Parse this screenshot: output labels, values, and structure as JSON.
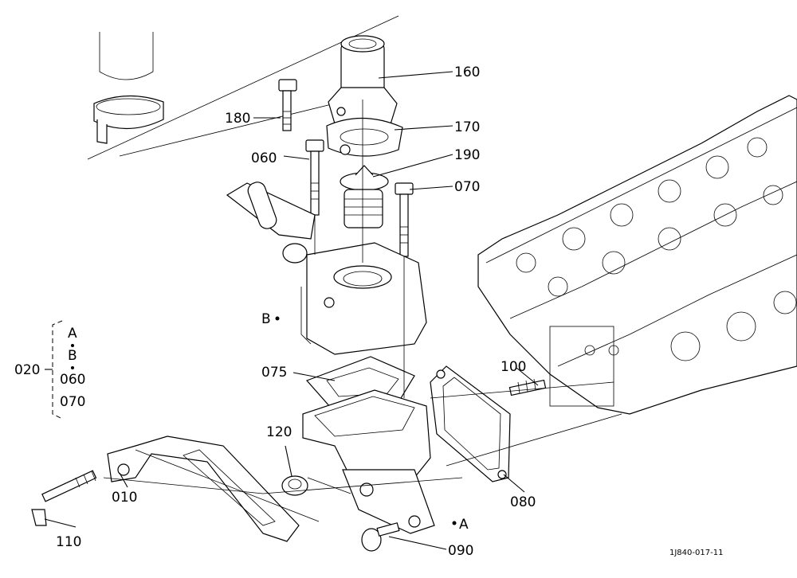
{
  "callouts": {
    "p160": "160",
    "p170": "170",
    "p180": "180",
    "p190": "190",
    "p060": "060",
    "p070": "070",
    "p075": "075",
    "p100": "100",
    "p120": "120",
    "p010": "010",
    "p110": "110",
    "p080": "080",
    "p090": "090",
    "p020": "020"
  },
  "refs": {
    "B": "B",
    "A": "A"
  },
  "group_020": [
    "A",
    "B",
    "060",
    "070"
  ],
  "figure_code": "1J840-017-11"
}
